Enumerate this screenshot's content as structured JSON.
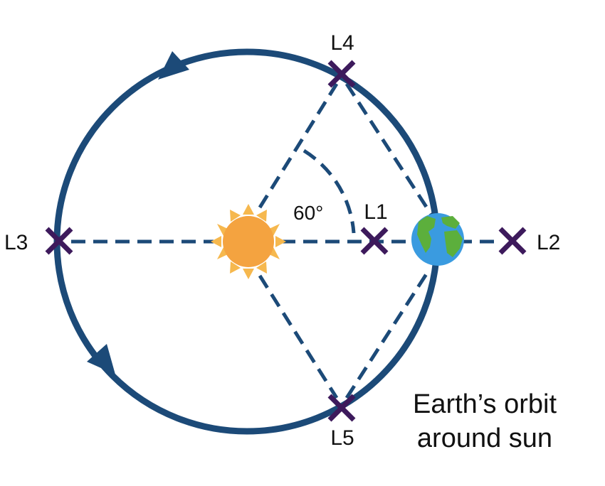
{
  "points": {
    "l1": "L1",
    "l2": "L2",
    "l3": "L3",
    "l4": "L4",
    "l5": "L5"
  },
  "angle_label": "60°",
  "caption": {
    "line1": "Earth’s orbit",
    "line2": "around sun"
  },
  "colors": {
    "orbit": "#1c4a78",
    "marker": "#3d1a5c",
    "sun": "#f4a340",
    "sun_rays": "#f6b84e",
    "earth_ocean": "#3a9be0",
    "earth_land": "#5caf3c",
    "text": "#111111"
  },
  "icons": {
    "sun": "sun-icon",
    "earth": "earth-icon",
    "lagrange_marker": "x-mark-icon",
    "orbit_arrow": "triangle-arrow-icon"
  }
}
